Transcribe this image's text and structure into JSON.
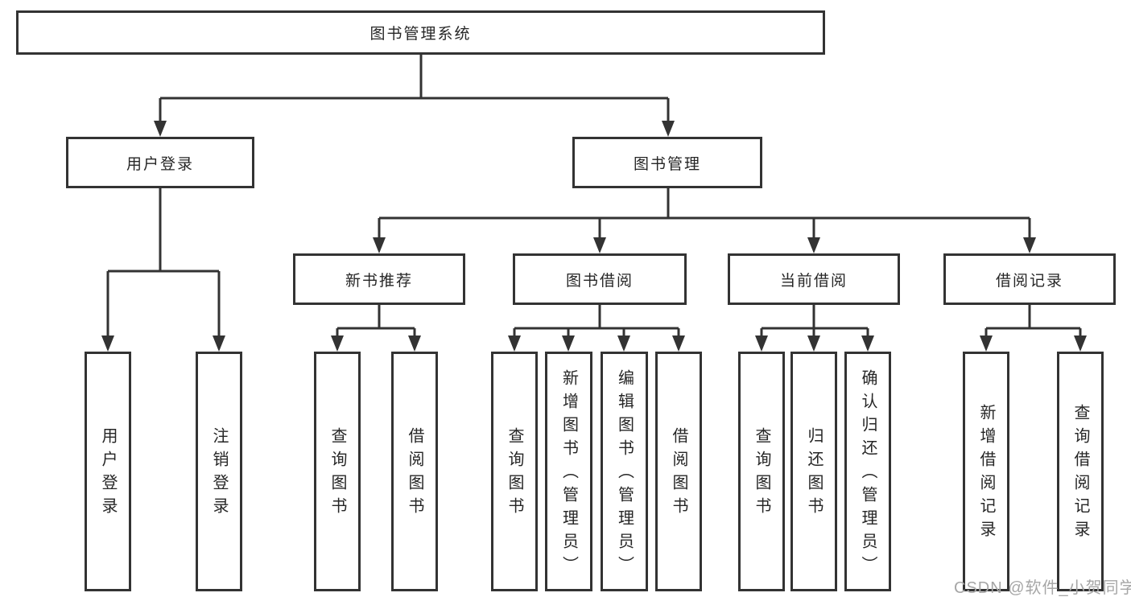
{
  "root": {
    "label": "图书管理系统"
  },
  "branches": {
    "user_login": {
      "label": "用户登录",
      "children": [
        {
          "label": "用户登录"
        },
        {
          "label": "注销登录"
        }
      ]
    },
    "book_management": {
      "label": "图书管理",
      "sections": {
        "new_book_recommend": {
          "label": "新书推荐",
          "children": [
            {
              "label": "查询图书"
            },
            {
              "label": "借阅图书"
            }
          ]
        },
        "book_borrow": {
          "label": "图书借阅",
          "children": [
            {
              "label": "查询图书"
            },
            {
              "label": "新增图书（管理员）"
            },
            {
              "label": "编辑图书（管理员）"
            },
            {
              "label": "借阅图书"
            }
          ]
        },
        "current_borrow": {
          "label": "当前借阅",
          "children": [
            {
              "label": "查询图书"
            },
            {
              "label": "归还图书"
            },
            {
              "label": "确认归还（管理员）"
            }
          ]
        },
        "borrow_records": {
          "label": "借阅记录",
          "children": [
            {
              "label": "新增借阅记录"
            },
            {
              "label": "查询借阅记录"
            }
          ]
        }
      }
    }
  },
  "watermark": {
    "text": "CSDN @软件_小贺同学"
  },
  "colors": {
    "line": "#333333",
    "box_border": "#333333",
    "box_fill": "#ffffff",
    "text": "#262626",
    "background": "#ffffff",
    "watermark": "#a6a6a6"
  }
}
